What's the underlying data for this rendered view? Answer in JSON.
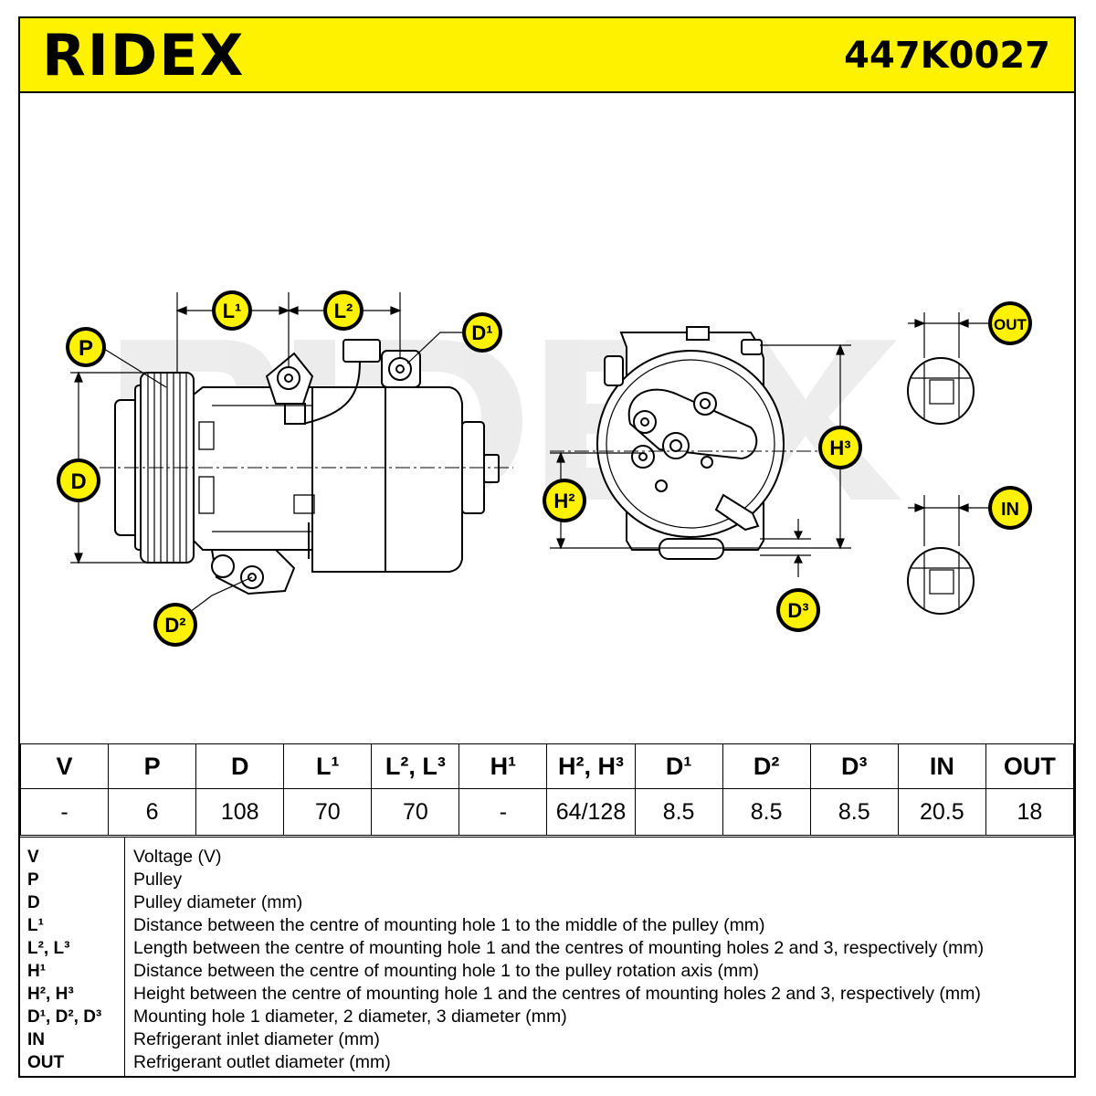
{
  "header": {
    "brand": "RIDEX",
    "part_number": "447K0027"
  },
  "labels": {
    "P": "P",
    "D": "D",
    "L1": "L¹",
    "L2": "L²",
    "D1": "D¹",
    "D2": "D²",
    "D3": "D³",
    "H2": "H²",
    "H3": "H³",
    "OUT": "OUT",
    "IN": "IN"
  },
  "colors": {
    "accent": "#fff200",
    "line": "#000000",
    "watermark": "#e6e6e6"
  },
  "specs": {
    "headers": [
      "V",
      "P",
      "D",
      "L¹",
      "L², L³",
      "H¹",
      "H², H³",
      "D¹",
      "D²",
      "D³",
      "IN",
      "OUT"
    ],
    "values": [
      "-",
      "6",
      "108",
      "70",
      "70",
      "-",
      "64/128",
      "8.5",
      "8.5",
      "8.5",
      "20.5",
      "18"
    ]
  },
  "legend": [
    {
      "code": "V",
      "desc": "Voltage (V)"
    },
    {
      "code": "P",
      "desc": "Pulley"
    },
    {
      "code": "D",
      "desc": "Pulley diameter (mm)"
    },
    {
      "code": "L¹",
      "desc": "Distance between the centre of mounting hole 1 to the middle of the pulley (mm)"
    },
    {
      "code": "L², L³",
      "desc": "Length between the centre of mounting hole 1 and the centres of mounting holes 2 and 3, respectively (mm)"
    },
    {
      "code": "H¹",
      "desc": "Distance between the centre of mounting hole 1 to the pulley rotation axis (mm)"
    },
    {
      "code": "H², H³",
      "desc": "Height between the centre of mounting hole 1 and the centres of mounting holes 2 and 3, respectively (mm)"
    },
    {
      "code": "D¹, D², D³",
      "desc": "Mounting hole 1 diameter, 2 diameter, 3 diameter (mm)"
    },
    {
      "code": "IN",
      "desc": "Refrigerant inlet diameter (mm)"
    },
    {
      "code": "OUT",
      "desc": "Refrigerant outlet diameter (mm)"
    }
  ]
}
